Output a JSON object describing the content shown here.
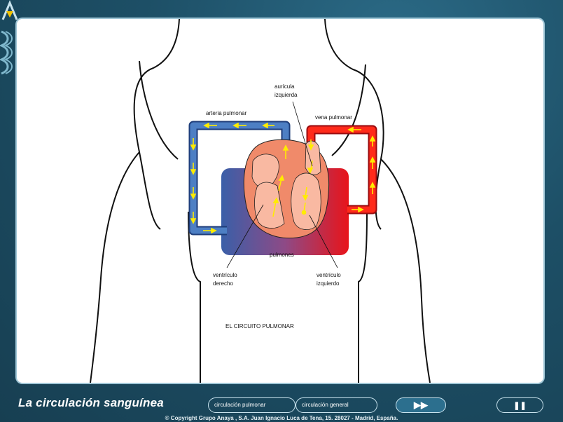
{
  "diagram": {
    "labels": {
      "arteria_pulmonar": "arteria pulmonar",
      "auricula_line1": "aurícula",
      "auricula_line2": "izquierda",
      "vena_pulmonar": "vena pulmonar",
      "pulmones": "pulmones",
      "ventriculo_der_line1": "ventrículo",
      "ventriculo_der_line2": "derecho",
      "ventriculo_izq_line1": "ventrículo",
      "ventriculo_izq_line2": "izquierdo",
      "circuit_title": "EL CIRCUITO PULMONAR"
    },
    "colors": {
      "deoxygenated": "#3a5fa8",
      "oxygenated": "#e8141a",
      "heart": "#f08a6a",
      "chambers": "#f9b9a2",
      "arrows": "#ffec00",
      "frame": "#1d4f66"
    }
  },
  "footer": {
    "title": "La circulación sanguínea",
    "buttons": {
      "pulmonar": "circulación pulmonar",
      "general": "circulación general",
      "play_icon": "fast-forward-icon",
      "pause_icon": "pause-icon"
    },
    "play_glyph": "▶▶",
    "pause_glyph": "❚❚",
    "copyright": "© Copyright Grupo Anaya , S.A.  Juan Ignacio Luca de Tena, 15. 28027 - Madrid, España."
  }
}
